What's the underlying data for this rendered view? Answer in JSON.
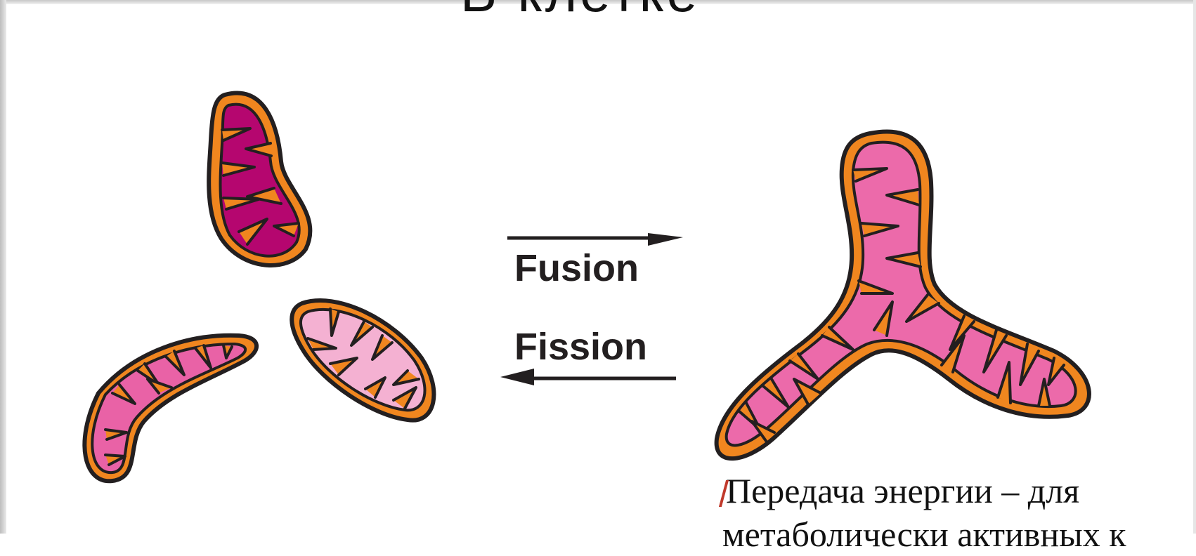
{
  "title_fragment": "В клетке",
  "diagram": {
    "fusion_label": "Fusion",
    "fission_label": "Fission"
  },
  "caption": {
    "line1": "Передача энергии – для",
    "line2": "метаболически активных к"
  },
  "colors": {
    "outer_membrane": "#f0861f",
    "outline": "#231f20",
    "matrix_dark": "#b5066f",
    "matrix_medium": "#e962a6",
    "matrix_light": "#f4b1d2",
    "matrix_network": "#ec6aaa"
  }
}
